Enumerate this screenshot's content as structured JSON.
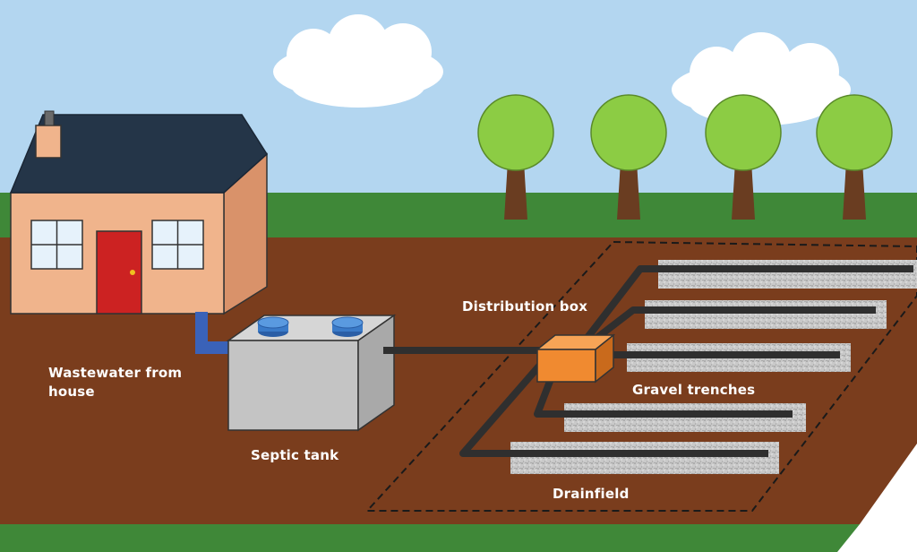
{
  "labels": {
    "wastewater_line1": "Wastewater from",
    "wastewater_line2": "house",
    "septic_tank": "Septic tank",
    "distribution_box": "Distribution box",
    "gravel_trenches": "Gravel trenches",
    "drainfield": "Drainfield"
  },
  "colors": {
    "sky": "#b3d6f0",
    "grass": "#3f8838",
    "soil": "#7a3d1d",
    "house_wall": "#f0b48c",
    "house_side": "#d9926a",
    "roof": "#243548",
    "door": "#cc2222",
    "tank": "#c4c4c4",
    "tank_lid": "#3a7ac8",
    "inlet_pipe": "#3a62b8",
    "pipe": "#2f2f2f",
    "distribution_box": "#f08a30",
    "gravel": "#c9c9c9",
    "tree_foliage": "#8ccc44",
    "tree_trunk": "#6a3d21",
    "cloud": "#ffffff",
    "label_text": "#ffffff"
  }
}
